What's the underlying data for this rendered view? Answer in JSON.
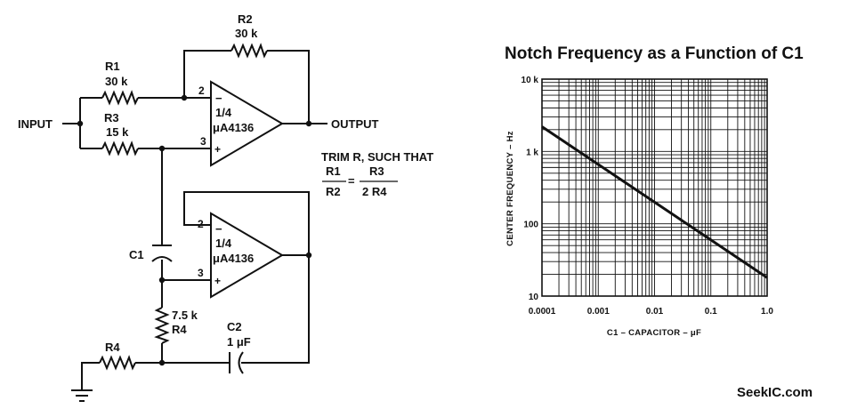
{
  "circuit": {
    "input_label": "INPUT",
    "output_label": "OUTPUT",
    "r1": {
      "name": "R1",
      "value": "30 k"
    },
    "r2": {
      "name": "R2",
      "value": "30 k"
    },
    "r3": {
      "name": "R3",
      "value": "15 k"
    },
    "r4_top": {
      "value": "7.5 k",
      "name": "R4"
    },
    "r4_bottom": {
      "name": "R4"
    },
    "c1": {
      "name": "C1"
    },
    "c2": {
      "name": "C2",
      "value": "1 μF"
    },
    "opamp1": {
      "fraction": "1/4",
      "part": "μA4136",
      "pin_inv": "2",
      "pin_noninv": "3",
      "sign_minus": "−",
      "sign_plus": "+"
    },
    "opamp2": {
      "fraction": "1/4",
      "part": "μA4136",
      "pin_inv": "2",
      "pin_noninv": "3",
      "sign_minus": "−",
      "sign_plus": "+"
    },
    "trim": {
      "line1": "TRIM R, SUCH THAT",
      "num_left": "R1",
      "den_left": "R2",
      "eq": "=",
      "num_right": "R3",
      "den_right": "2 R4"
    }
  },
  "chart_data": {
    "type": "line",
    "title": "Notch Frequency as a Function of C1",
    "xlabel": "C1 – CAPACITOR – μF",
    "ylabel": "CENTER FREQUENCY – Hz",
    "xscale": "log",
    "yscale": "log",
    "xlim": [
      0.0001,
      1.0
    ],
    "ylim": [
      10,
      10000
    ],
    "x_tick_labels": [
      "0.0001",
      "0.001",
      "0.01",
      "0.1",
      "1.0"
    ],
    "y_tick_labels": [
      "10",
      "100",
      "1 k",
      "10 k"
    ],
    "grid": true,
    "series": [
      {
        "name": "Notch frequency",
        "x": [
          0.0001,
          1.0
        ],
        "y": [
          2200,
          18
        ]
      }
    ]
  },
  "watermark": "SeekIC.com"
}
